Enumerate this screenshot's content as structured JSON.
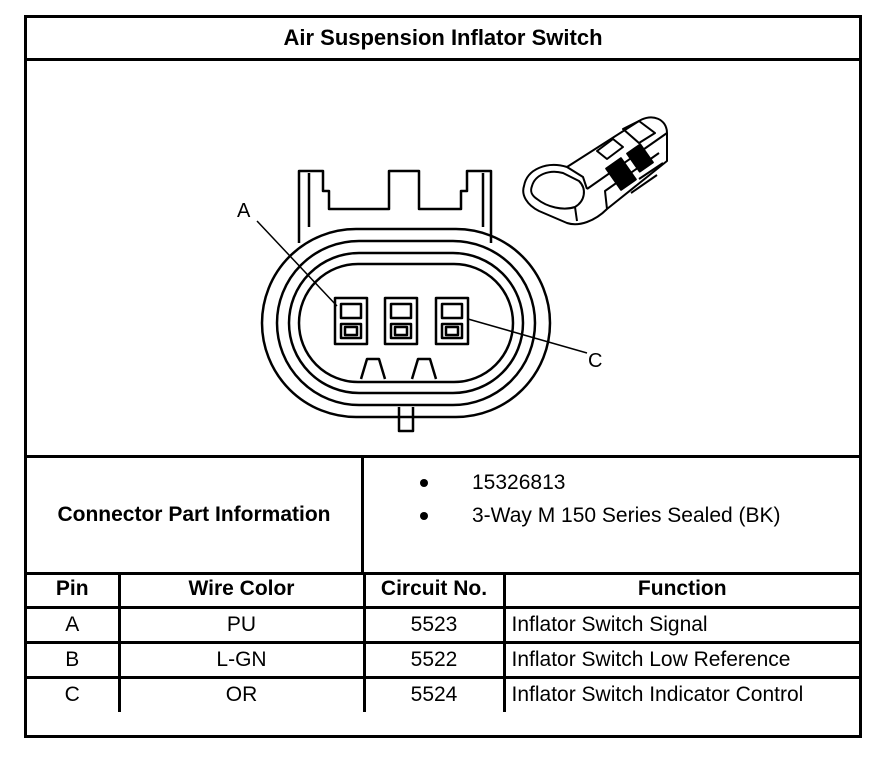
{
  "title": "Air Suspension Inflator Switch",
  "diagram": {
    "pin_labels": [
      "A",
      "C"
    ]
  },
  "connector_info": {
    "label": "Connector Part Information",
    "items": [
      "15326813",
      "3-Way M 150 Series Sealed (BK)"
    ]
  },
  "pin_table": {
    "headers": [
      "Pin",
      "Wire Color",
      "Circuit No.",
      "Function"
    ],
    "rows": [
      [
        "A",
        "PU",
        "5523",
        "Inflator Switch Signal"
      ],
      [
        "B",
        "L-GN",
        "5522",
        "Inflator Switch Low Reference"
      ],
      [
        "C",
        "OR",
        "5524",
        "Inflator Switch Indicator Control"
      ]
    ]
  }
}
